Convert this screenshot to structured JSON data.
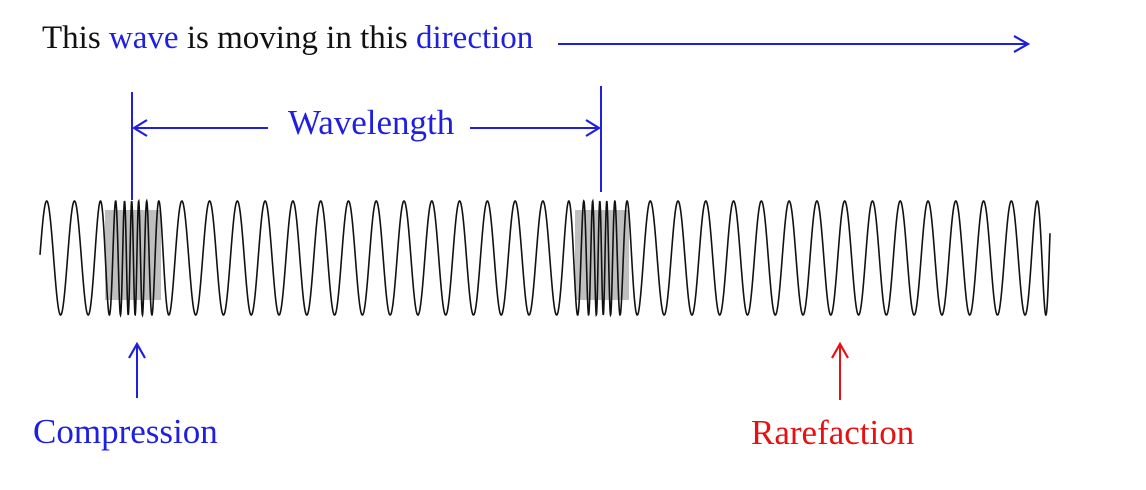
{
  "title": {
    "part1": "This ",
    "part2": "wave",
    "part3": " is moving in this ",
    "part4": "direction"
  },
  "labels": {
    "wavelength": "Wavelength",
    "compression": "Compression",
    "rarefaction": "Rarefaction"
  },
  "colors": {
    "text": "#111111",
    "accent_blue": "#1f1fe0",
    "accent_red": "#e81010",
    "wave": "#111111",
    "compression_fill": "#8a8a8a"
  }
}
